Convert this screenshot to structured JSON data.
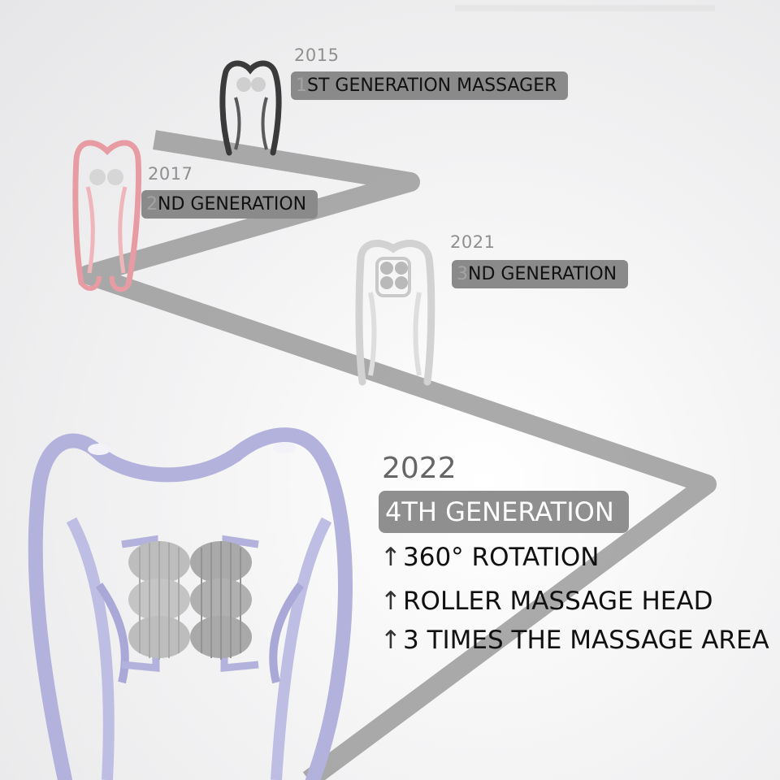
{
  "timeline": [
    {
      "year": "2015",
      "lead": "1",
      "label": "ST GENERATION MASSAGER"
    },
    {
      "year": "2017",
      "lead": "2",
      "label": "ND GENERATION"
    },
    {
      "year": "2021",
      "lead": "3",
      "label": "ND GENERATION"
    }
  ],
  "featured": {
    "year": "2022",
    "label": "4TH GENERATION",
    "features": [
      {
        "icon": "up-arrow-icon",
        "text": "360° ROTATION"
      },
      {
        "icon": "up-arrow-icon",
        "text": "ROLLER MASSAGE HEAD"
      },
      {
        "icon": "up-arrow-icon",
        "text": "3 TIMES THE MASSAGE AREA"
      }
    ]
  },
  "colors": {
    "path": "#9a9a9a",
    "gen1": "#3a3a3a",
    "gen2": "#e79ca3",
    "gen3": "#d8d8d8",
    "gen4": "#b3b2dc",
    "roller": "#bdbdbd"
  }
}
